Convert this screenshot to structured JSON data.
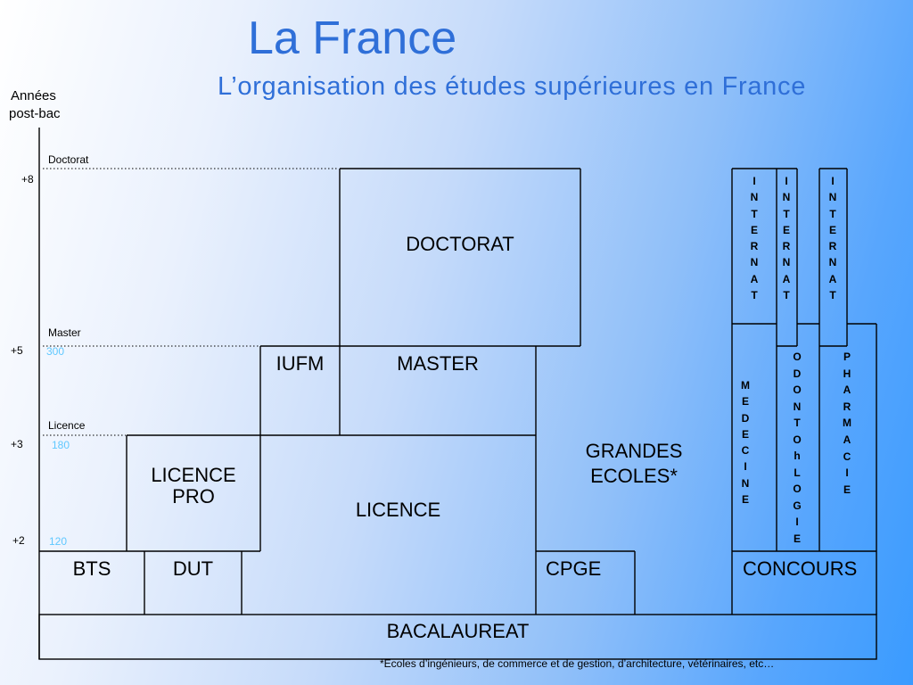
{
  "title": "La France",
  "subtitle": "L’organisation des études supérieures en France",
  "axis": {
    "label_line1": "Années",
    "label_line2": "post-bac"
  },
  "levels": {
    "doctorat": {
      "label": "Doctorat",
      "years": "+8"
    },
    "master": {
      "label": "Master",
      "years": "+5",
      "credits": "300"
    },
    "licence": {
      "label": "Licence",
      "years": "+3",
      "credits": "180"
    },
    "bac_plus_2": {
      "years": "+2",
      "credits": "120"
    }
  },
  "boxes": {
    "doctorat": "DOCTORAT",
    "iufm": "IUFM",
    "master": "MASTER",
    "licence_pro": "LICENCE PRO",
    "licence": "LICENCE",
    "grandes_ecoles": "GRANDES ECOLES*",
    "bts": "BTS",
    "dut": "DUT",
    "cpge": "CPGE",
    "concours": "CONCOURS",
    "bacalaureat": "BACALAUREAT"
  },
  "health": {
    "internat": [
      "INTERNAT",
      "INTERNAT",
      "INTERNAT"
    ],
    "medecine": "MEDECINE",
    "odontologie": "ODONTOhLOGIE",
    "pharmacie": "PHARMACIE"
  },
  "footnote": "*Ecoles d’ingénieurs, de commerce et de gestion, d’architecture, vétérinaires, etc…",
  "colors": {
    "title": "#2f6fd8",
    "credits": "#5fc8ff"
  }
}
